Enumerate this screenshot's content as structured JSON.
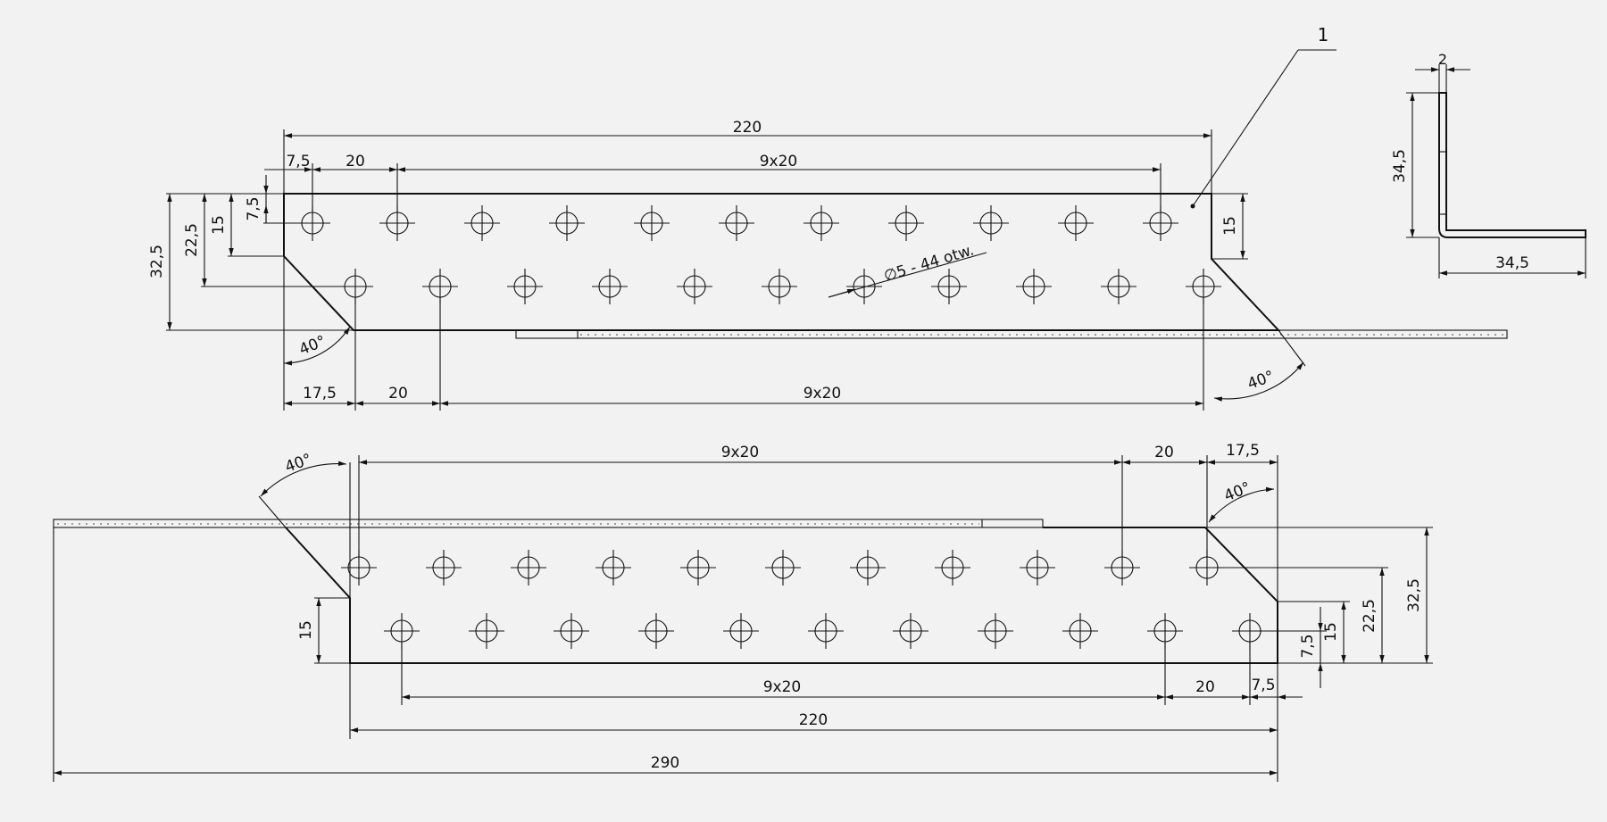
{
  "colors": {
    "background": "#f2f2f2",
    "line": "#111111"
  },
  "part_number": "1",
  "top_view": {
    "overall": "220",
    "first_pitch": "7,5",
    "pitch_one": "20",
    "pitch_nine": "9x20",
    "height_total": "32,5",
    "height_row2": "22,5",
    "height_row1": "15",
    "edge_offset": "7,5",
    "right_edge": "15",
    "hole_note": "∅5 - 44 otw.",
    "angle_left": "40°",
    "angle_right": "40°",
    "bottom_first": "17,5",
    "bottom_pitch_one": "20",
    "bottom_pitch_nine": "9x20"
  },
  "side_view": {
    "thickness": "2",
    "height": "34,5",
    "width": "34,5"
  },
  "bottom_view": {
    "angle_left": "40°",
    "angle_right": "40°",
    "top_pitch_nine": "9x20",
    "top_pitch_one": "20",
    "top_last": "17,5",
    "height_total": "32,5",
    "height_row": "22,5",
    "height_right": "15",
    "edge_right": "7,5",
    "left_edge": "15",
    "bottom_pitch_nine": "9x20",
    "bottom_pitch_one": "20",
    "bottom_last": "7,5",
    "overall": "220",
    "total_length": "290"
  }
}
